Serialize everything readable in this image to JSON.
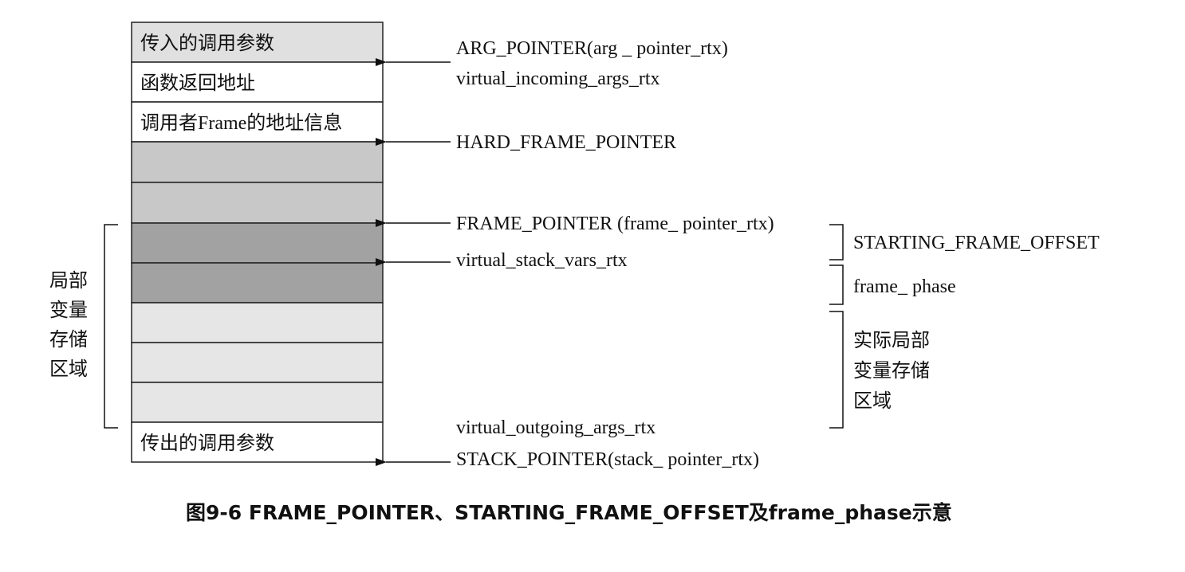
{
  "stack": {
    "cells": [
      {
        "text": "传入的调用参数",
        "fill": "#e0e0e0"
      },
      {
        "text": "函数返回地址",
        "fill": "#ffffff"
      },
      {
        "text": "调用者Frame的地址信息",
        "fill": "#ffffff"
      },
      {
        "text": "",
        "fill": "#c8c8c8"
      },
      {
        "text": "",
        "fill": "#c8c8c8"
      },
      {
        "text": "",
        "fill": "#a2a2a2"
      },
      {
        "text": "",
        "fill": "#a2a2a2"
      },
      {
        "text": "",
        "fill": "#e6e6e6"
      },
      {
        "text": "",
        "fill": "#e6e6e6"
      },
      {
        "text": "",
        "fill": "#e6e6e6"
      },
      {
        "text": "传出的调用参数",
        "fill": "#ffffff"
      }
    ]
  },
  "pointers": {
    "arg_pointer": "ARG_POINTER(arg _ pointer_rtx)",
    "virtual_incoming": "virtual_incoming_args_rtx",
    "hard_frame_pointer": "HARD_FRAME_POINTER",
    "frame_pointer": "FRAME_POINTER (frame_ pointer_rtx)",
    "virtual_stack_vars": "virtual_stack_vars_rtx",
    "virtual_outgoing": "virtual_outgoing_args_rtx",
    "stack_pointer": "STACK_POINTER(stack_ pointer_rtx)"
  },
  "brackets": {
    "starting_frame_offset": "STARTING_FRAME_OFFSET",
    "frame_phase": "frame_ phase",
    "actual_local": [
      "实际局部",
      "变量存储",
      "区域"
    ]
  },
  "left_label": [
    "局部",
    "变量",
    "存储",
    "区域"
  ],
  "caption": "图9-6 FRAME_POINTER、STARTING_FRAME_OFFSET及frame_phase示意"
}
